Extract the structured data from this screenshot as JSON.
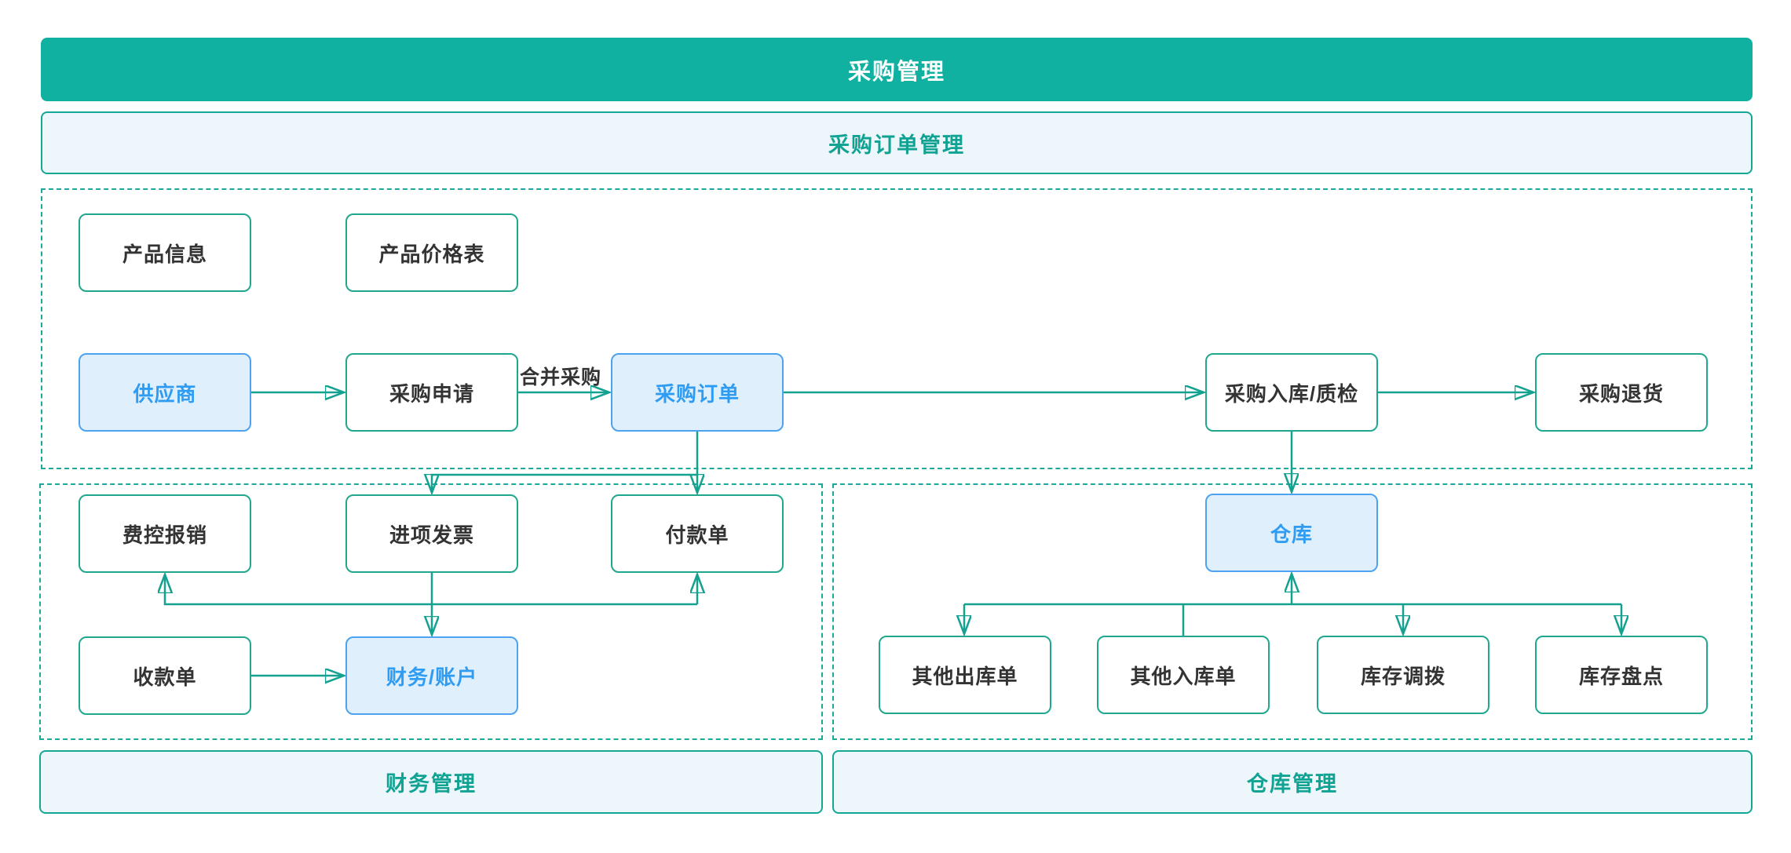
{
  "title_bar": {
    "label": "采购管理"
  },
  "sections": {
    "purchase_order_mgmt": {
      "label": "采购订单管理"
    },
    "finance_mgmt": {
      "label": "财务管理"
    },
    "warehouse_mgmt": {
      "label": "仓库管理"
    }
  },
  "edge_labels": {
    "merge_purchase": "合并采购"
  },
  "nodes": {
    "product_info": "产品信息",
    "product_price_list": "产品价格表",
    "supplier": "供应商",
    "purchase_request": "采购申请",
    "purchase_order": "采购订单",
    "purchase_inbound_qc": "采购入库/质检",
    "purchase_return": "采购退货",
    "expense_reimbursement": "费控报销",
    "input_invoice": "进项发票",
    "payment_slip": "付款单",
    "receipt_slip": "收款单",
    "finance_account": "财务/账户",
    "warehouse": "仓库",
    "other_outbound": "其他出库单",
    "other_inbound": "其他入库单",
    "inventory_transfer": "库存调拨",
    "inventory_count": "库存盘点"
  },
  "colors": {
    "banner_teal": "#10b1a1",
    "banner_light_bg": "#edf6fa",
    "teal_border": "#22a78f",
    "teal_text": "#10a293",
    "dashed_border": "#1ca99a",
    "arrow": "#14a190",
    "blue_node_bg": "#e0effc",
    "blue_node_border": "#4da3f0",
    "blue_node_text": "#2f9cf3",
    "dark_text": "#333333"
  }
}
